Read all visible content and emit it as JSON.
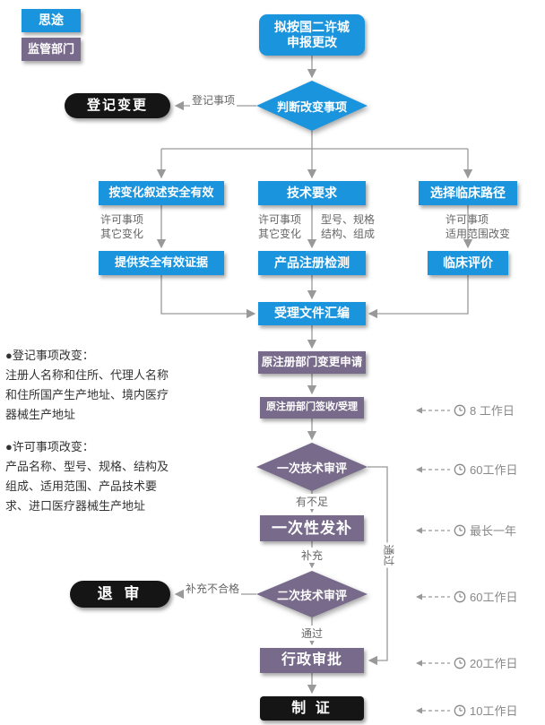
{
  "legend": {
    "situ": "思途",
    "regulator": "监管部门"
  },
  "nodes": {
    "start_line1": "拟按国二许城",
    "start_line2": "申报更改",
    "decision1": "判断改变事项",
    "registration_change": "登记变更",
    "branch_left": "按变化叙述安全有效",
    "branch_mid": "技术要求",
    "branch_right": "选择临床路径",
    "evidence": "提供安全有效证据",
    "product_test": "产品注册检测",
    "clinical_eval": "临床评价",
    "acceptance_docs": "受理文件汇编",
    "change_apply": "原注册部门变更申请",
    "sign_accept": "原注册部门签收/受理",
    "review1": "一次技术审评",
    "supplement": "一次性发补",
    "review2": "二次技术审评",
    "reject": "退 审",
    "approval": "行政审批",
    "certificate": "制 证"
  },
  "edge_labels": {
    "registration_matters": "登记事项",
    "insufficient": "有不足",
    "supplement_label": "补充",
    "pass_bottom": "通过",
    "pass_bypass": "通过",
    "supplement_fail": "补充不合格"
  },
  "annotations": {
    "left_permit": [
      "许可事项",
      "其它变化"
    ],
    "mid_permit": [
      "许可事项",
      "其它变化"
    ],
    "mid_model": [
      "型号、规格",
      "结构、组成"
    ],
    "right_permit": [
      "许可事项",
      "适用范围改变"
    ]
  },
  "timers": [
    {
      "label": "8 工作日"
    },
    {
      "label": "60工作日"
    },
    {
      "label": "最长一年"
    },
    {
      "label": "60工作日"
    },
    {
      "label": "20工作日"
    },
    {
      "label": "10工作日"
    }
  ],
  "info": {
    "block1_title": "●登记事项改变：",
    "block1_lines": [
      "注册人名称和住所、代理人名称",
      "和住所国产生产地址、境内医疗",
      "器械生产地址"
    ],
    "block2_title": "●许可事项改变：",
    "block2_lines": [
      "产品名称、型号、规格、结构及",
      "组成、适用范围、产品技术要",
      "求、进口医疗器械生产地址"
    ]
  },
  "colors": {
    "blue": "#1a94dd",
    "purple": "#786a8a",
    "black": "#151515",
    "line": "#999999"
  }
}
